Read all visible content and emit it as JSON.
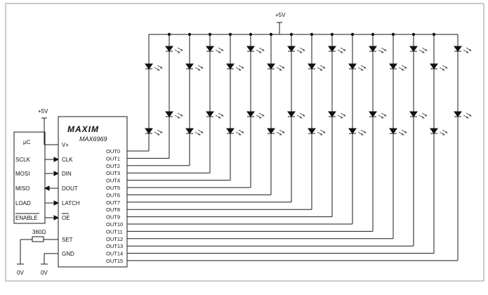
{
  "diagram": {
    "supply_top": "+5V",
    "supply_ic": "+5V",
    "ic": {
      "brand": "MAXIM",
      "part": "MAX6969",
      "left_pins": [
        "V+",
        "CLK",
        "DIN",
        "DOUT",
        "LATCH",
        "OE",
        "SET",
        "GND"
      ],
      "outputs": [
        "OUT0",
        "OUT1",
        "OUT2",
        "OUT3",
        "OUT4",
        "OUT5",
        "OUT6",
        "OUT7",
        "OUT8",
        "OUT9",
        "OUT10",
        "OUT11",
        "OUT12",
        "OUT13",
        "OUT14",
        "OUT15"
      ]
    },
    "mcu": {
      "title": "µC",
      "signals": [
        "SCLK",
        "MOSI",
        "MISO",
        "LOAD",
        "ENABLE"
      ]
    },
    "resistor": "360Ω",
    "grounds": [
      "0V",
      "0V"
    ]
  },
  "colors": {
    "line": "#1a1a1a",
    "border": "#9a9a9a",
    "background": "#ffffff"
  }
}
